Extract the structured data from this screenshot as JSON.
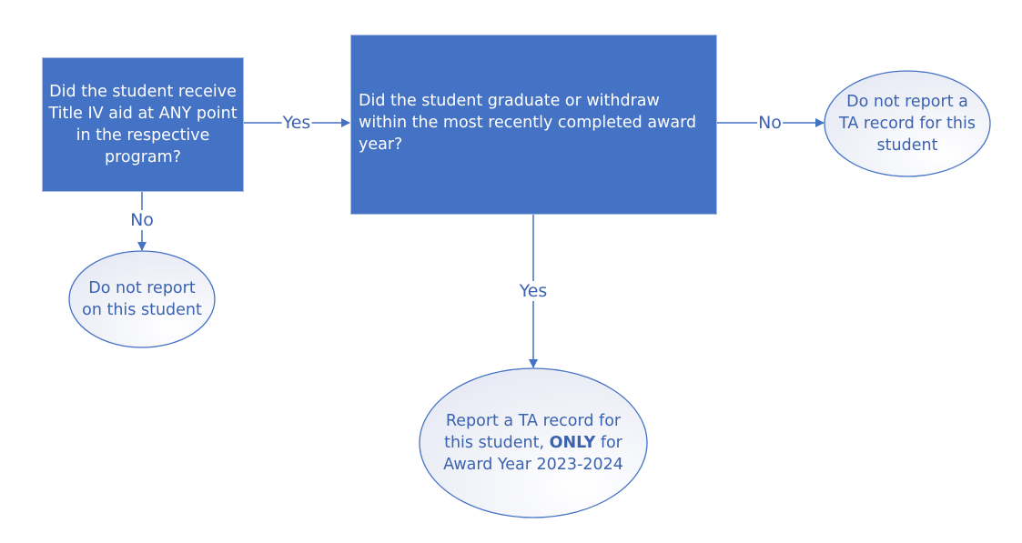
{
  "colors": {
    "box": "#4472C4",
    "line": "#4472C4",
    "text_oval": "#3A62B0"
  },
  "nodes": {
    "q1": "Did the student receive Title IV aid at ANY point in the respective program?",
    "q2": "Did the student graduate or withdraw within the most recently completed award year?",
    "no_report": "Do not report on this student",
    "no_ta": "Do not report a TA record for this student",
    "report_pre": "Report a TA record for this student, ",
    "report_bold": "ONLY",
    "report_post": " for Award Year 2023-2024"
  },
  "edges": {
    "q1_yes": "Yes",
    "q1_no": "No",
    "q2_no": "No",
    "q2_yes": "Yes"
  }
}
